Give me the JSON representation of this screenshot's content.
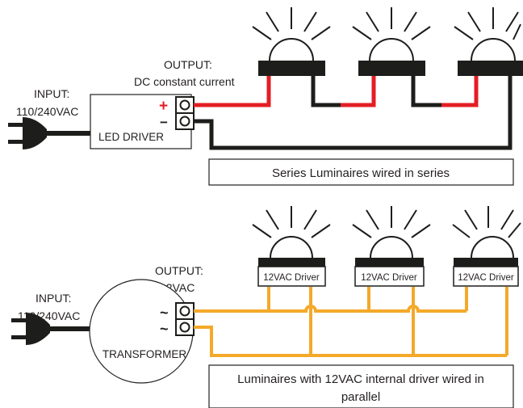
{
  "series_section": {
    "input_label_line1": "INPUT:",
    "input_label_line2": "110/240VAC",
    "output_label_line1": "OUTPUT:",
    "output_label_line2": "DC constant current",
    "driver_label": "LED DRIVER",
    "plus_sign": "+",
    "minus_sign": "−",
    "caption": "Series Luminaires wired in series",
    "wire_colors": {
      "positive": "#e31e24",
      "negative": "#1d1d1b"
    }
  },
  "parallel_section": {
    "input_label_line1": "INPUT:",
    "input_label_line2": "110/240VAC",
    "output_label_line1": "OUTPUT:",
    "output_label_line2": "12VAC",
    "transformer_label": "TRANSFORMER",
    "ac_symbol": "~",
    "driver_box_label": "12VAC Driver",
    "caption_line1": "Luminaires with 12VAC internal driver wired in",
    "caption_line2": "parallel",
    "wire_color": "#f4a92a"
  }
}
